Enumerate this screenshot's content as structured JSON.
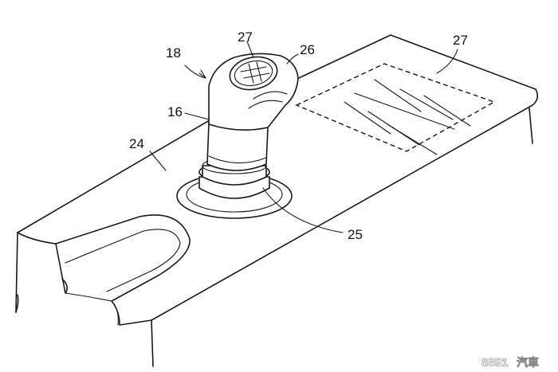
{
  "labels": {
    "knob": "18",
    "shaft": "16",
    "console": "24",
    "base": "25",
    "knob_top": "26",
    "pattern_top": "27",
    "pattern_panel": "27"
  },
  "watermark": {
    "number": "8891",
    "text": "汽車"
  }
}
